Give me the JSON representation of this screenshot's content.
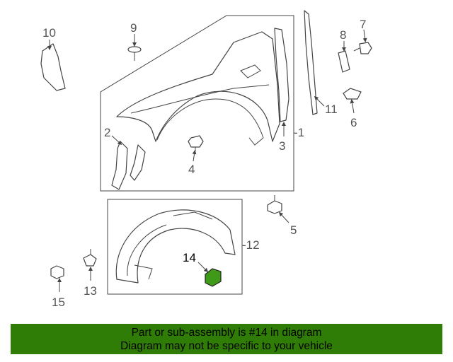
{
  "callouts": {
    "c1": "-1",
    "c2": "2",
    "c3": "3",
    "c4": "4",
    "c5": "5",
    "c6": "6",
    "c7": "7",
    "c8": "8",
    "c9": "9",
    "c10": "10",
    "c11": "11",
    "c12": "-12",
    "c13": "13",
    "c14": "14",
    "c15": "15"
  },
  "highlight": {
    "part_number": "14",
    "color": "#3f9a1a"
  },
  "banner": {
    "line1": "Part or sub-assembly is #14 in diagram",
    "line2": "Diagram may not be specific to your vehicle",
    "color": "#2f7d06"
  }
}
